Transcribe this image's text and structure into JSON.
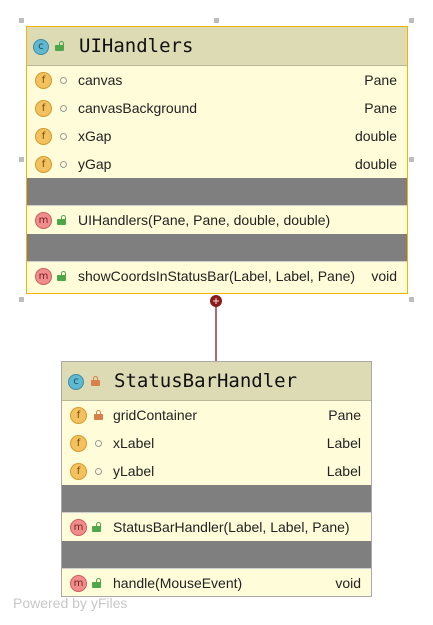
{
  "diagram": {
    "watermark": "Powered by yFiles",
    "classes": [
      {
        "id": "ui-handlers",
        "stereotype": "c",
        "title": "UIHandlers",
        "fields": [
          {
            "kind": "f",
            "name": "canvas",
            "type": "Pane"
          },
          {
            "kind": "f",
            "name": "canvasBackground",
            "type": "Pane"
          },
          {
            "kind": "f",
            "name": "xGap",
            "type": "double"
          },
          {
            "kind": "f",
            "name": "yGap",
            "type": "double"
          }
        ],
        "constructors": [
          {
            "kind": "m",
            "name": "UIHandlers(Pane, Pane, double, double)",
            "type": ""
          }
        ],
        "methods": [
          {
            "kind": "m",
            "name": "showCoordsInStatusBar(Label, Label, Pane)",
            "type": "void"
          }
        ]
      },
      {
        "id": "status-bar-handler",
        "stereotype": "c",
        "title": "StatusBarHandler",
        "fields": [
          {
            "kind": "f",
            "name": "gridContainer",
            "type": "Pane"
          },
          {
            "kind": "f",
            "name": "xLabel",
            "type": "Label"
          },
          {
            "kind": "f",
            "name": "yLabel",
            "type": "Label"
          }
        ],
        "constructors": [
          {
            "kind": "m",
            "name": "StatusBarHandler(Label, Label, Pane)",
            "type": ""
          }
        ],
        "methods": [
          {
            "kind": "m",
            "name": "handle(MouseEvent)",
            "type": "void"
          }
        ]
      }
    ],
    "colors": {
      "body": "#fffdd9",
      "header": "#dcdbb4",
      "band": "#7f7f7f",
      "selection": "#f2b400",
      "connector": "#8b1a1a"
    }
  }
}
